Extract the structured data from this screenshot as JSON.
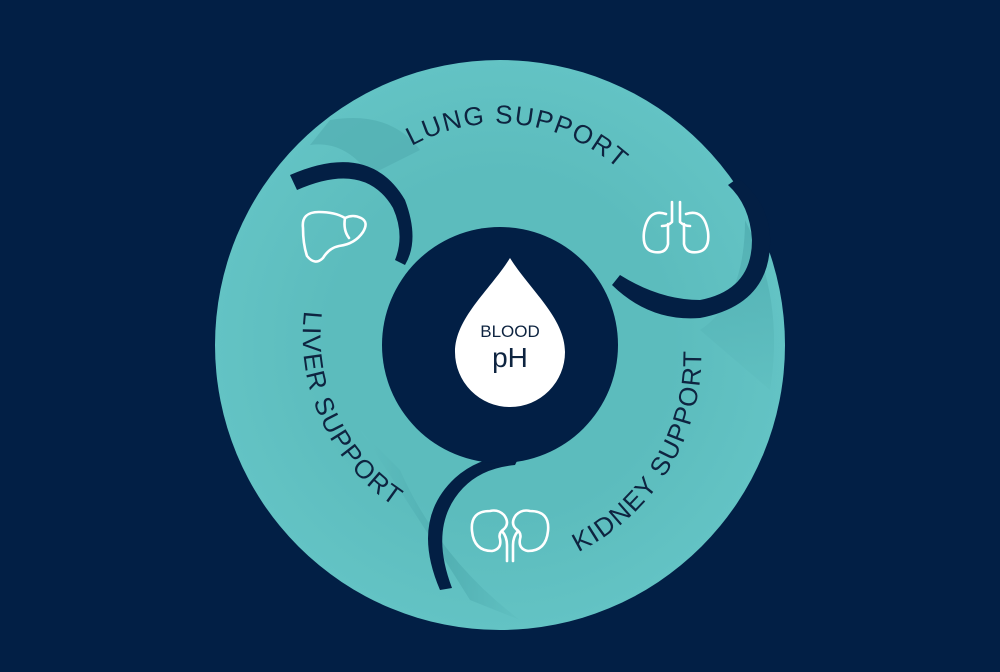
{
  "center": {
    "line1": "BLOOD",
    "line2": "pH"
  },
  "segments": [
    {
      "label": "LUNG SUPPORT",
      "icon": "lungs-icon"
    },
    {
      "label": "KIDNEY SUPPORT",
      "icon": "kidneys-icon"
    },
    {
      "label": "LIVER SUPPORT",
      "icon": "liver-icon"
    }
  ],
  "colors": {
    "background": "#021f45",
    "ring": "#5fbfc0",
    "ring_shadow": "#3f9aa0",
    "text_dark": "#0e2440",
    "drop": "#ffffff"
  }
}
